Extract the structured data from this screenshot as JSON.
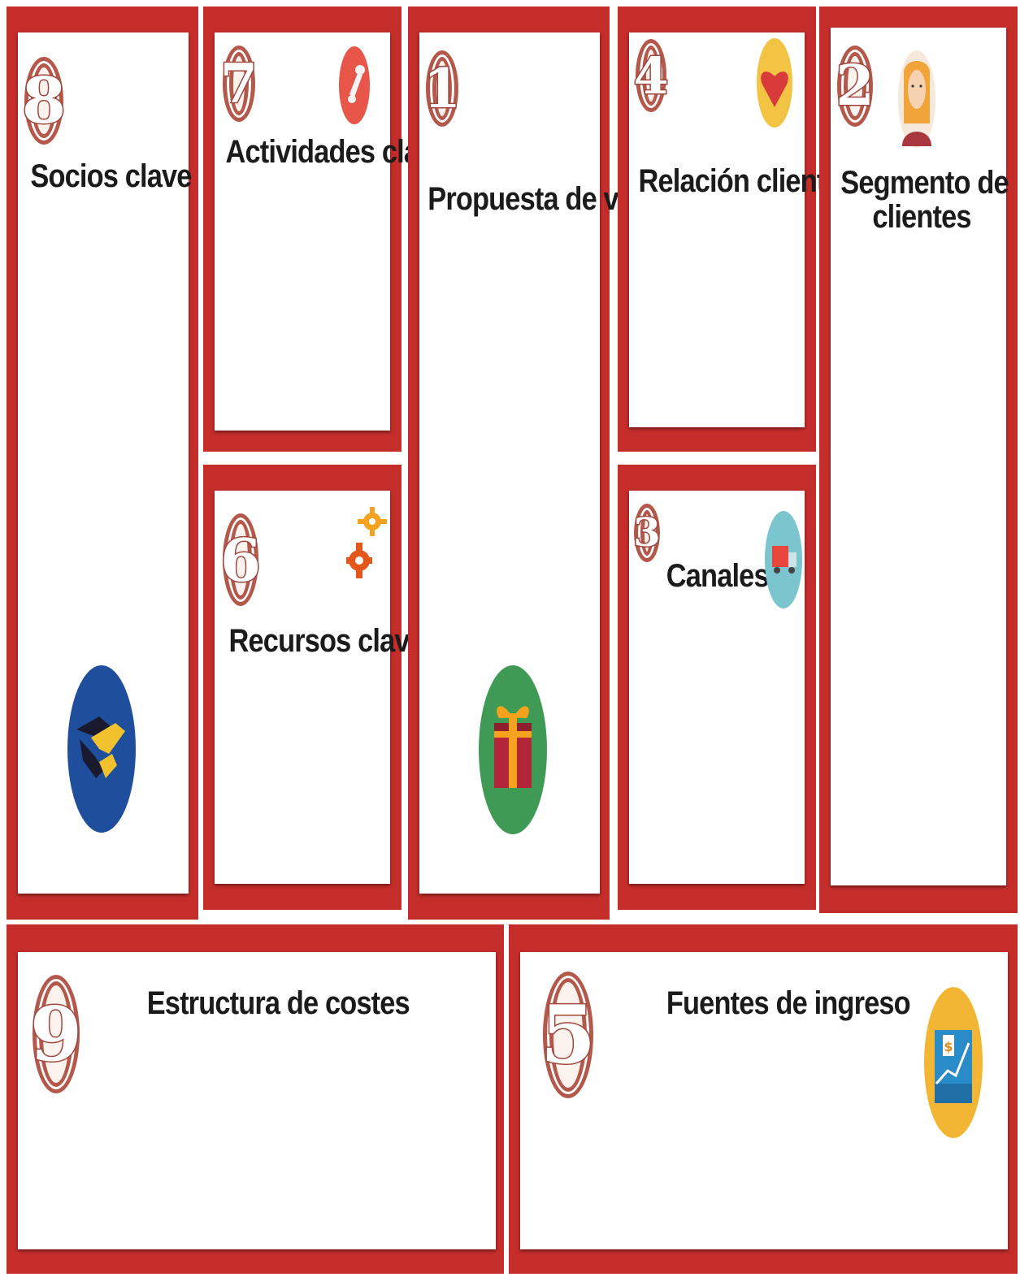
{
  "canvas": {
    "blocks": [
      {
        "id": "socios",
        "number": "8",
        "title": "Socios clave",
        "icon": "handshake-icon"
      },
      {
        "id": "actividades",
        "number": "7",
        "title": "Actividades clave",
        "icon": "wrench-icon"
      },
      {
        "id": "recursos",
        "number": "6",
        "title": "Recursos clave",
        "icon": "gears-icon"
      },
      {
        "id": "propuesta",
        "number": "1",
        "title": "Propuesta de valor",
        "icon": "gift-icon"
      },
      {
        "id": "relacion",
        "number": "4",
        "title": "Relación clientes",
        "icon": "heart-icon"
      },
      {
        "id": "canales",
        "number": "3",
        "title": "Canales",
        "icon": "truck-icon"
      },
      {
        "id": "segmento",
        "number": "2",
        "title_line1": "Segmento de",
        "title_line2": "clientes",
        "icon": "customer-icon"
      },
      {
        "id": "costes",
        "number": "9",
        "title": "Estructura de costes"
      },
      {
        "id": "ingresos",
        "number": "5",
        "title": "Fuentes de ingreso",
        "icon": "revenue-chart-icon"
      }
    ]
  },
  "colors": {
    "frame_red": "#c52d2b",
    "number_ring": "#b5584c"
  }
}
